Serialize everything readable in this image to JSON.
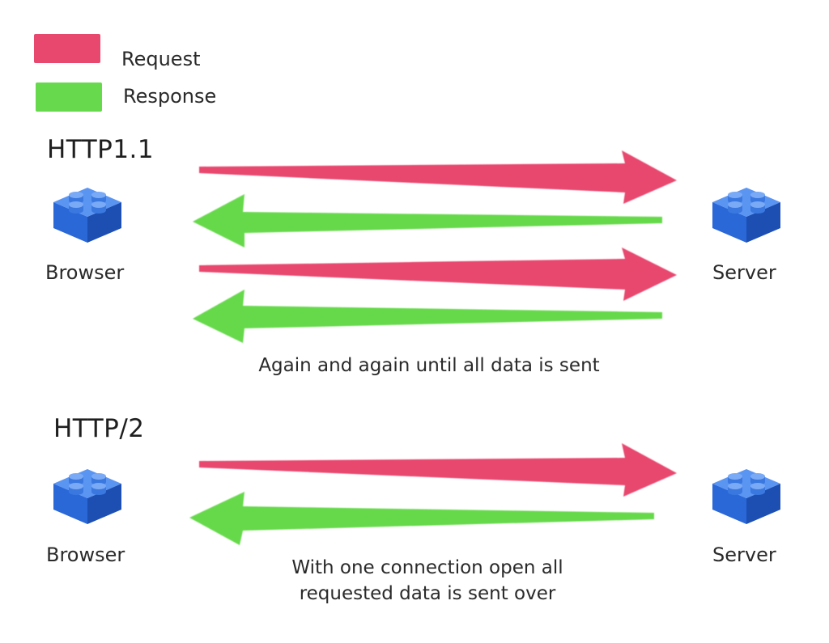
{
  "legend": {
    "request_label": "Request",
    "response_label": "Response",
    "request_color": "#e8476e",
    "response_color": "#66d94c"
  },
  "http11": {
    "title": "HTTP1.1",
    "browser_label": "Browser",
    "server_label": "Server",
    "caption": "Again and again until all data is sent"
  },
  "http2": {
    "title": "HTTP/2",
    "browser_label": "Browser",
    "server_label": "Server",
    "caption_line1": "With one connection open all",
    "caption_line2": "requested data is sent over"
  },
  "icons": {
    "node_icon": "lego-brick-icon",
    "brick_color": "#2f6fe0"
  }
}
